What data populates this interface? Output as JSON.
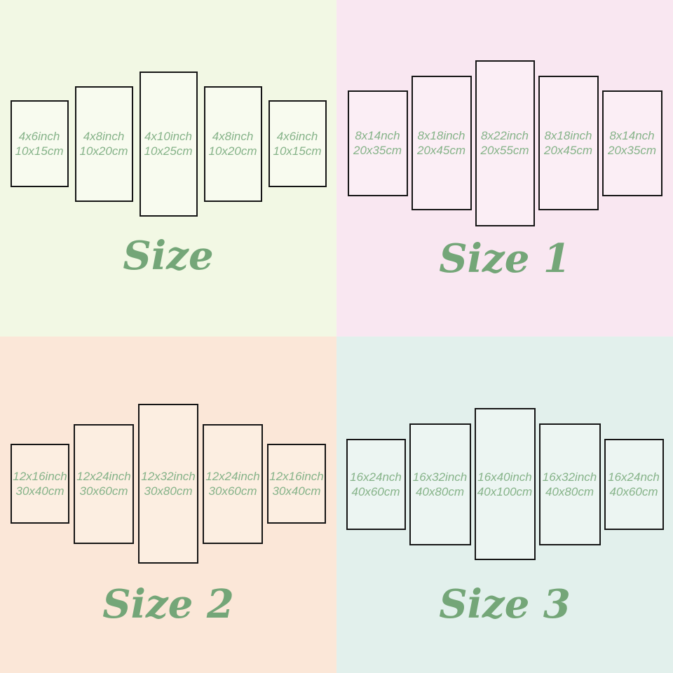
{
  "colors": {
    "panel_border": "#151515",
    "label_text": "#86b389",
    "title_text": "#74a678"
  },
  "quadrants": [
    {
      "title": "Size",
      "background": "#f2f8e4",
      "panel_fill": "#f8fbef",
      "panels": [
        {
          "inches": "4x6inch",
          "cm": "10x15cm"
        },
        {
          "inches": "4x8inch",
          "cm": "10x20cm"
        },
        {
          "inches": "4x10inch",
          "cm": "10x25cm"
        },
        {
          "inches": "4x8inch",
          "cm": "10x20cm"
        },
        {
          "inches": "4x6inch",
          "cm": "10x15cm"
        }
      ]
    },
    {
      "title": "Size 1",
      "background": "#f9e7f1",
      "panel_fill": "#fbeef5",
      "panels": [
        {
          "inches": "8x14nch",
          "cm": "20x35cm"
        },
        {
          "inches": "8x18inch",
          "cm": "20x45cm"
        },
        {
          "inches": "8x22inch",
          "cm": "20x55cm"
        },
        {
          "inches": "8x18inch",
          "cm": "20x45cm"
        },
        {
          "inches": "8x14nch",
          "cm": "20x35cm"
        }
      ]
    },
    {
      "title": "Size 2",
      "background": "#fbe7d8",
      "panel_fill": "#fceee1",
      "panels": [
        {
          "inches": "12x16inch",
          "cm": "30x40cm"
        },
        {
          "inches": "12x24inch",
          "cm": "30x60cm"
        },
        {
          "inches": "12x32inch",
          "cm": "30x80cm"
        },
        {
          "inches": "12x24inch",
          "cm": "30x60cm"
        },
        {
          "inches": "12x16inch",
          "cm": "30x40cm"
        }
      ]
    },
    {
      "title": "Size 3",
      "background": "#e2f0ec",
      "panel_fill": "#ecf5f2",
      "panels": [
        {
          "inches": "16x24nch",
          "cm": "40x60cm"
        },
        {
          "inches": "16x32inch",
          "cm": "40x80cm"
        },
        {
          "inches": "16x40inch",
          "cm": "40x100cm"
        },
        {
          "inches": "16x32inch",
          "cm": "40x80cm"
        },
        {
          "inches": "16x24nch",
          "cm": "40x60cm"
        }
      ]
    }
  ]
}
